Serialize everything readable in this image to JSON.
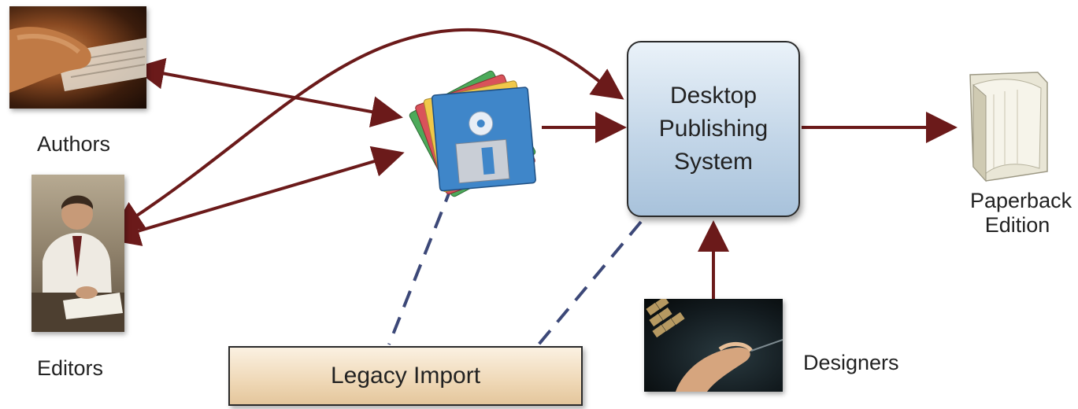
{
  "nodes": {
    "authors": {
      "label": "Authors"
    },
    "editors": {
      "label": "Editors"
    },
    "designers": {
      "label": "Designers"
    },
    "desktop_publishing": {
      "label": "Desktop\nPublishing\nSystem"
    },
    "paperback": {
      "label": "Paperback\nEdition"
    },
    "legacy_import": {
      "label": "Legacy Import"
    }
  },
  "icons": {
    "authors_photo": "typing-hands-photo",
    "editors_photo": "editor-at-desk-photo",
    "designers_photo": "hand-on-mouse-photo",
    "floppy_disks": "floppy-disks-icon",
    "paperback_book": "paperback-book-icon"
  },
  "colors": {
    "arrow": "#6b1a1a",
    "dashed": "#3c4878",
    "dps_fill": "#c3d6e8",
    "legacy_fill": "#efd8b6"
  }
}
